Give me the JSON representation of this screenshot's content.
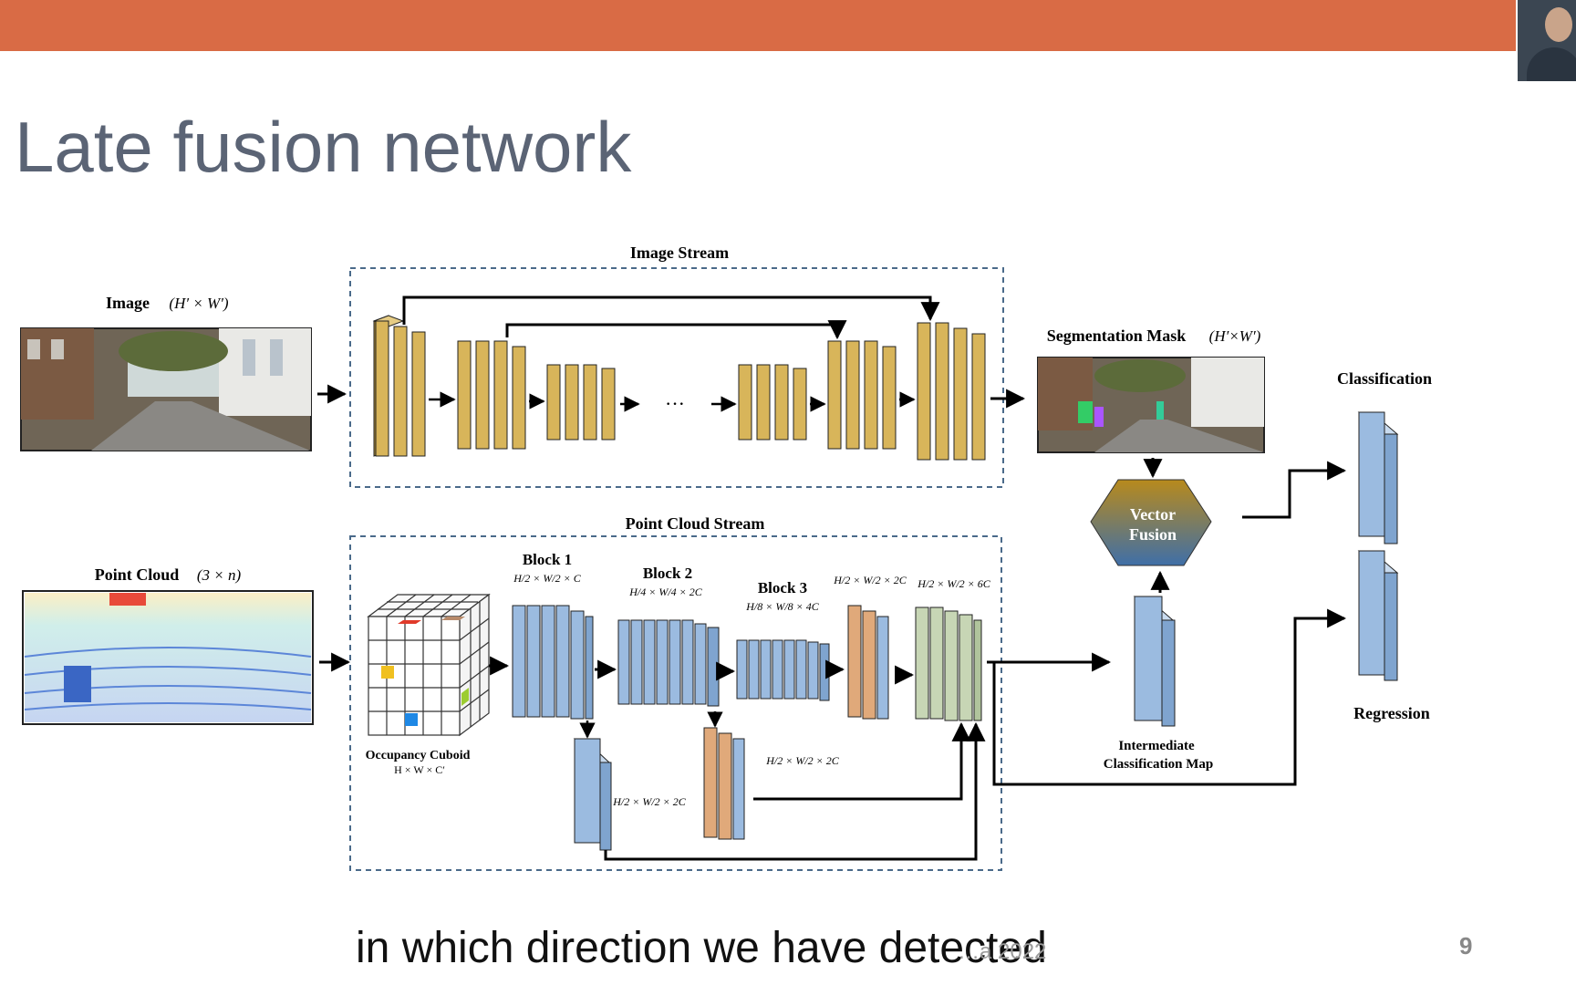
{
  "slide": {
    "title": "Late fusion network",
    "caption": "in which direction we have detected",
    "footer": "…a 2022",
    "page_number": "9"
  },
  "diagram": {
    "image_stream_label": "Image Stream",
    "point_cloud_stream_label": "Point Cloud Stream",
    "image_input_label": "Image",
    "image_input_dims": "(H′ × W′)",
    "point_cloud_label": "Point Cloud",
    "point_cloud_dims": "(3 × n)",
    "segmentation_label": "Segmentation Mask",
    "segmentation_dims": "(H′×W′)",
    "ellipsis": "···",
    "vector_fusion_line1": "Vector",
    "vector_fusion_line2": "Fusion",
    "classification_label": "Classification",
    "regression_label": "Regression",
    "intermediate_line1": "Intermediate",
    "intermediate_line2": "Classification Map",
    "occupancy_line1": "Occupancy Cuboid",
    "occupancy_line2": "H × W × C′",
    "block1_label": "Block 1",
    "block1_dims": "H/2 × W/2 × C",
    "block2_label": "Block 2",
    "block2_dims": "H/4 × W/4 × 2C",
    "block3_label": "Block 3",
    "block3_dims": "H/8 × W/8 × 4C",
    "up_dims": "H/2 × W/2 × 2C",
    "concat_dims": "H/2 × W/2 × 6C",
    "skip_dims_a": "H/2 × W/2 × 2C",
    "skip_dims_b": "H/2 × W/2 × 2C"
  },
  "colors": {
    "top_bar": "#d96b45",
    "title": "#5b6475",
    "gold_block": "#d8b55a",
    "blue_block": "#9bbbe0",
    "orange_block": "#e0a97a",
    "green_block": "#c7d6b5",
    "fusion_top": "#b88a1c",
    "fusion_bottom": "#3f6fa8"
  }
}
